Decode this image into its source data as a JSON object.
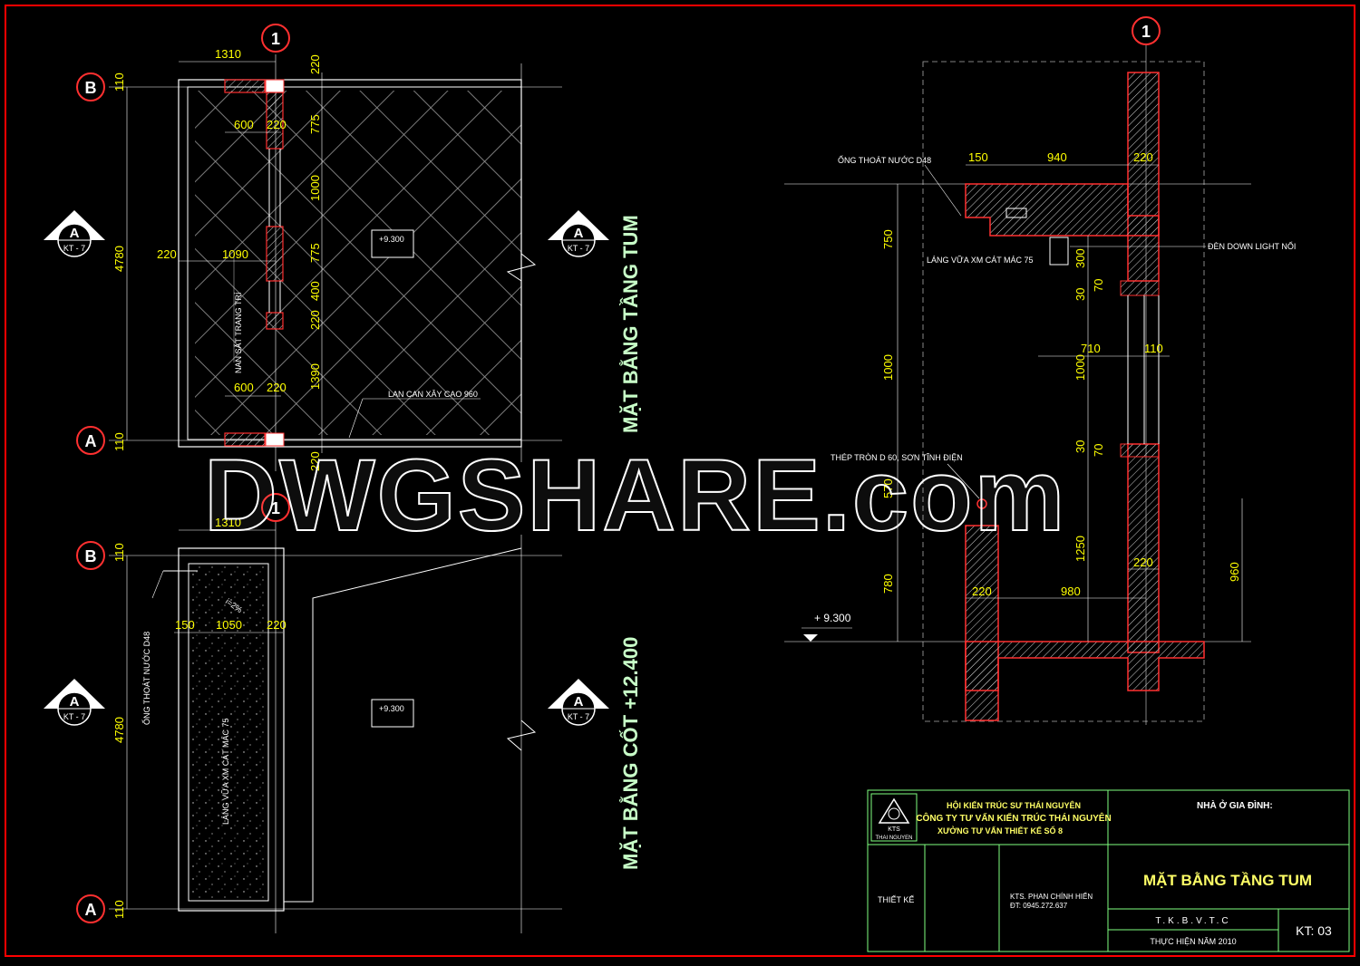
{
  "sheet": {
    "frame_color": "#ff0000",
    "dim_color": "#ffff00",
    "line_color": "#ffffff",
    "hatch_color": "#ff3030",
    "title_color": "#c8ffc8",
    "watermark": "DWGSHARE.com"
  },
  "grid_labels": {
    "one": "1",
    "a": "A",
    "b": "B",
    "section_ref": "KT - 7"
  },
  "plan_top": {
    "title": "MẶT BẰNG TẦNG TUM",
    "dims": {
      "top_width": "1310",
      "left_total": "4780",
      "left_110_top": "110",
      "left_110_bottom": "110",
      "r220_top": "220",
      "r775_a": "775",
      "r1000": "1000",
      "r775_b": "775",
      "r400": "400",
      "r220_mid": "220",
      "r1390": "1390",
      "r220_bottom": "220",
      "d600_top": "600",
      "d220_top": "220",
      "d220_left": "220",
      "d1090": "1090",
      "d600_bottom": "600",
      "d220_bottom": "220"
    },
    "level": "+9.300",
    "note_railing": "LAN CAN XÂY CAO 960",
    "note_bars": "NAN SẮT TRANG TRÍ"
  },
  "plan_bottom": {
    "title": "MẶT BẰNG CỐT +12.400",
    "dims": {
      "top_width": "1310",
      "left_total": "4780",
      "left_110_top": "110",
      "left_110_bottom": "110",
      "d150": "150",
      "d1050": "1050",
      "d220": "220"
    },
    "level": "+9.300",
    "slope": "i=2%",
    "note_drain": "ỐNG THOÁT NƯỚC D48",
    "note_screed": "LÁNG VỮA XM CÁT MÁC 75"
  },
  "section": {
    "dims": {
      "top_150": "150",
      "top_940": "940",
      "top_220": "220",
      "left_750": "750",
      "left_1000": "1000",
      "left_570": "570",
      "left_780": "780",
      "mid_300": "300",
      "mid_30_a": "30",
      "mid_70_a": "70",
      "mid_1000": "1000",
      "mid_30_b": "30",
      "mid_70_b": "70",
      "mid_1250": "1250",
      "d710": "710",
      "d110": "110",
      "d220_right": "220",
      "d220_bottom": "220",
      "d980": "980",
      "right_960": "960"
    },
    "level": "+ 9.300",
    "note_drain": "ỐNG THOÁT NƯỚC D48",
    "note_screed": "LÁNG VỮA XM CÁT MÁC 75",
    "note_light": "ĐÈN DOWN LIGHT NỔI",
    "note_steel": "THÉP TRÒN D 60, SƠN TĨNH ĐIỆN"
  },
  "title_block": {
    "logo_text": "KTS",
    "logo_sub": "THAI NGUYEN",
    "org_line1": "HỘI KIẾN TRÚC SƯ THÁI NGUYÊN",
    "org_line2": "CÔNG TY TƯ VẤN KIẾN TRÚC THÁI NGUYÊN",
    "org_line3": "XƯỞNG TƯ VẤN THIẾT KẾ SỐ 8",
    "project_label": "NHÀ Ở GIA ĐÌNH:",
    "role_label": "THIẾT KẾ",
    "designer": "KTS. PHAN CHÍNH HIỂN",
    "phone": "ĐT: 0945.272.637",
    "drawing_title": "MẶT BẰNG TẦNG TUM",
    "stage": "T.K.B.V.T.C",
    "year": "THỰC HIỆN NĂM 2010",
    "sheet_no": "KT: 03"
  }
}
